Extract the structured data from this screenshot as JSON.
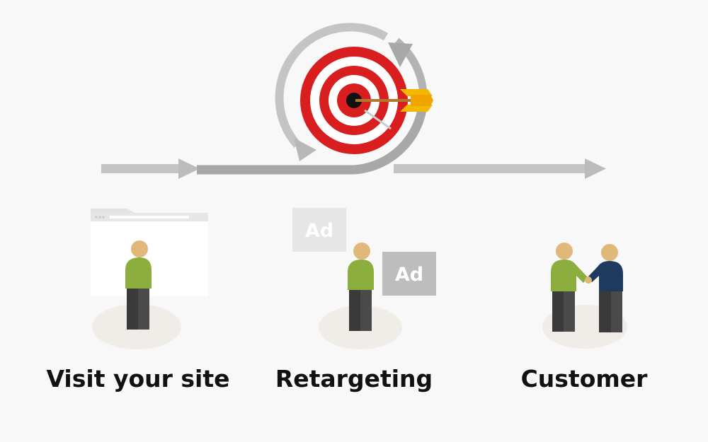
{
  "stages": [
    {
      "id": "visit",
      "label": "Visit your site"
    },
    {
      "id": "retarget",
      "label": "Retargeting"
    },
    {
      "id": "customer",
      "label": "Customer"
    }
  ],
  "ads": [
    {
      "text": "Ad"
    },
    {
      "text": "Ad"
    }
  ],
  "colors": {
    "background": "#f8f8f8",
    "arrow": "#bcbcbc",
    "arrow_dark": "#a8a8a8",
    "target_red": "#d81e1e",
    "target_white": "#ffffff",
    "dart_yellow": "#f5b800",
    "shirt_green": "#8cae3e",
    "shirt_navy": "#1f3a5f",
    "skin": "#e0b87a",
    "pants": "#3a3a3a",
    "ad_light": "#e6e6e6",
    "ad_dark": "#bdbdbd"
  },
  "icons": [
    "target-icon",
    "dart-icon",
    "browser-window-icon",
    "person-icon",
    "handshake-icon"
  ]
}
